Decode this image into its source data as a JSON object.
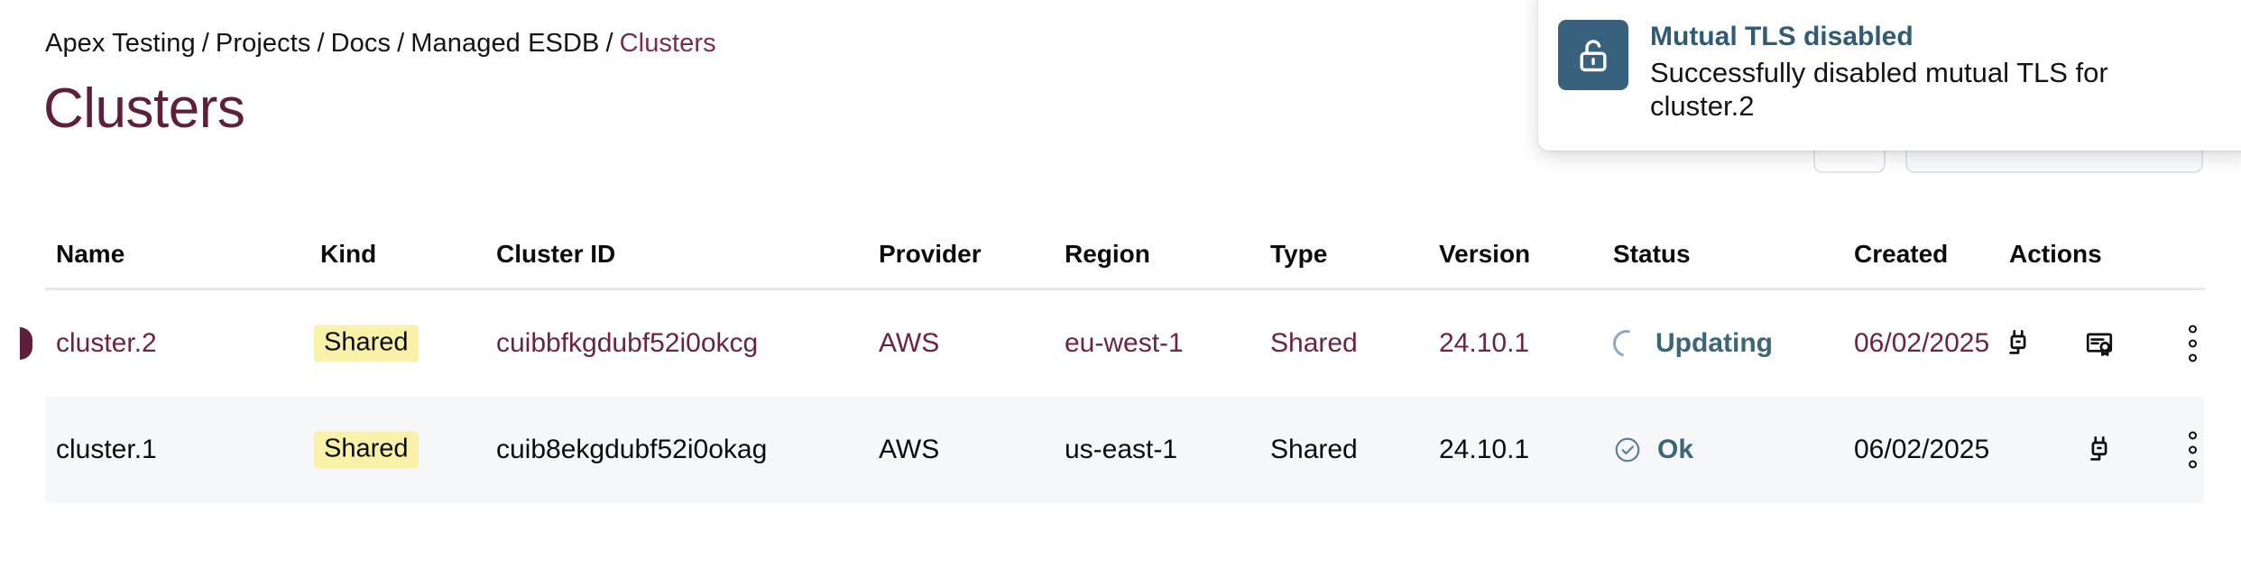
{
  "breadcrumb": {
    "separator": "/",
    "items": [
      {
        "label": "Apex Testing",
        "current": false
      },
      {
        "label": "Projects",
        "current": false
      },
      {
        "label": "Docs",
        "current": false
      },
      {
        "label": "Managed ESDB",
        "current": false
      },
      {
        "label": "Clusters",
        "current": true
      }
    ]
  },
  "page": {
    "title": "Clusters"
  },
  "colors": {
    "accent_maroon": "#5d1f3c",
    "link_maroon": "#7a2b4e",
    "status_teal": "#3d6578",
    "toast_tile": "#37617d",
    "badge_yellow": "#faf1a8",
    "row_alt_bg": "#f5f7f8",
    "header_rule": "#e2e8ef"
  },
  "toast": {
    "icon": "unlock-icon",
    "title": "Mutual TLS disabled",
    "message": "Successfully disabled mutual TLS for cluster.2"
  },
  "table": {
    "columns": [
      {
        "key": "name",
        "label": "Name"
      },
      {
        "key": "kind",
        "label": "Kind"
      },
      {
        "key": "clusterId",
        "label": "Cluster ID"
      },
      {
        "key": "provider",
        "label": "Provider"
      },
      {
        "key": "region",
        "label": "Region"
      },
      {
        "key": "type",
        "label": "Type"
      },
      {
        "key": "version",
        "label": "Version"
      },
      {
        "key": "status",
        "label": "Status"
      },
      {
        "key": "created",
        "label": "Created"
      },
      {
        "key": "actions",
        "label": "Actions"
      }
    ],
    "rows": [
      {
        "name": "cluster.2",
        "kind": "Shared",
        "clusterId": "cuibbfkgdubf52i0okcg",
        "provider": "AWS",
        "region": "eu-west-1",
        "type": "Shared",
        "version": "24.10.1",
        "status": {
          "label": "Updating",
          "icon": "spinner-icon"
        },
        "created": "06/02/2025",
        "actions": [
          "plug-icon",
          "certificate-icon",
          "kebab-menu-icon"
        ],
        "selected": true
      },
      {
        "name": "cluster.1",
        "kind": "Shared",
        "clusterId": "cuib8ekgdubf52i0okag",
        "provider": "AWS",
        "region": "us-east-1",
        "type": "Shared",
        "version": "24.10.1",
        "status": {
          "label": "Ok",
          "icon": "check-circle-icon"
        },
        "created": "06/02/2025",
        "actions": [
          "plug-icon",
          "kebab-menu-icon"
        ],
        "selected": false
      }
    ]
  }
}
